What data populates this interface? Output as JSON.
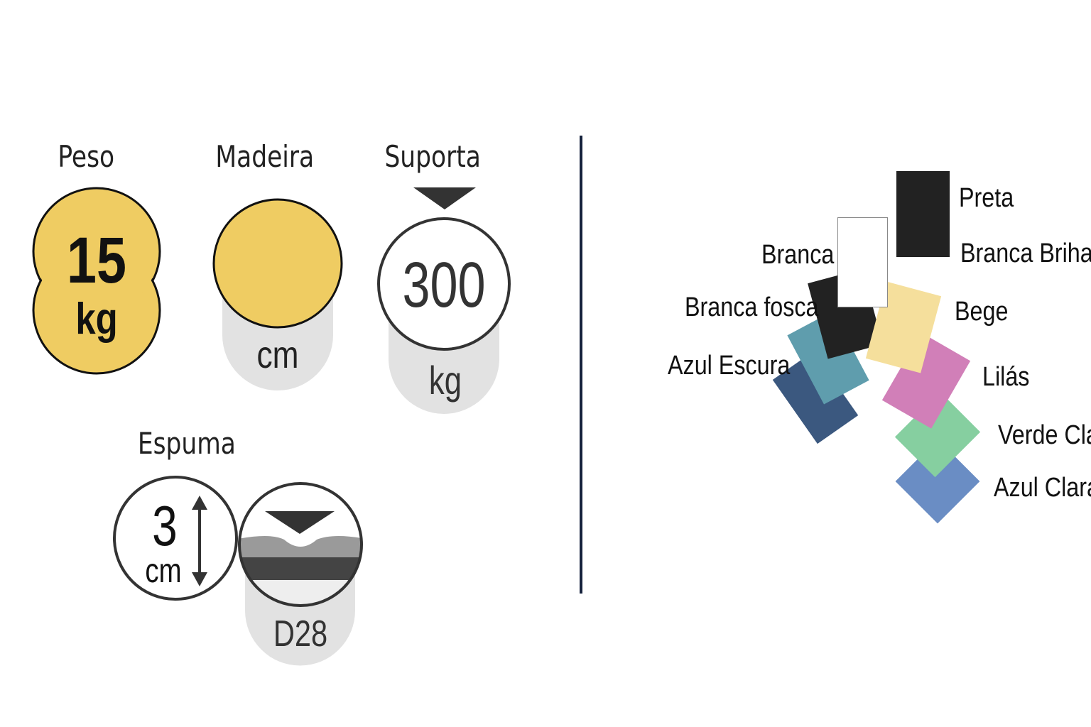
{
  "specs": {
    "peso": {
      "label": "Peso",
      "value": "15",
      "unit": "kg"
    },
    "madeira": {
      "label": "Madeira",
      "value": "",
      "unit": "cm"
    },
    "suporta": {
      "label": "Suporta",
      "value": "300",
      "unit": "kg"
    },
    "espuma": {
      "label": "Espuma",
      "thickness": "3",
      "thickness_unit": "cm",
      "density": "D28"
    }
  },
  "colors": {
    "title": "",
    "options": [
      {
        "name": "Preta",
        "hex": "#222222"
      },
      {
        "name": "Branca Brihar",
        "hex": "#222222"
      },
      {
        "name": "Branca",
        "hex": "#ffffff"
      },
      {
        "name": "Branca fosca",
        "hex": "#222222"
      },
      {
        "name": "Azul Escura",
        "hex": "#3b587f"
      },
      {
        "name": "Bege",
        "hex": "#f5df9c"
      },
      {
        "name": "Lilás",
        "hex": "#d17fb8"
      },
      {
        "name": "Verde Clar",
        "hex": "#86cfa0"
      },
      {
        "name": "Azul Clara",
        "hex": "#6a8dc4"
      }
    ],
    "teal_hex": "#5f9dad",
    "accent_gold": "#efcc62",
    "divider": "#16223d"
  }
}
